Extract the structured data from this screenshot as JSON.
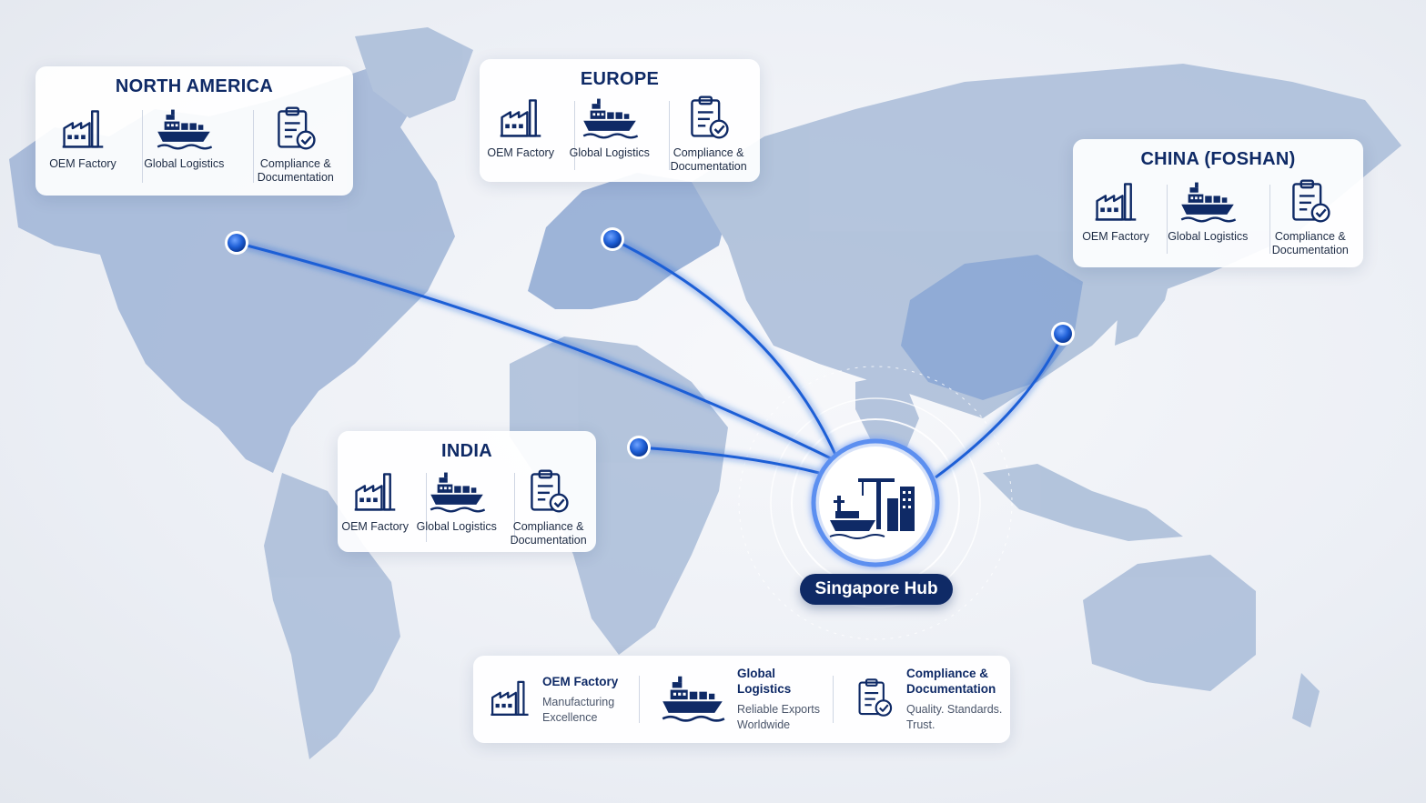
{
  "colors": {
    "navy": "#0f2a66",
    "accent": "#1f5fd6",
    "land": "#a9bcd8",
    "land_highlight": "#7f9fd0"
  },
  "hub": {
    "label": "Singapore Hub",
    "icon": "port-city-icon"
  },
  "regions": [
    {
      "id": "north-america",
      "title": "NORTH AMERICA",
      "items": [
        {
          "label": "OEM Factory",
          "icon": "factory-icon"
        },
        {
          "label": "Global Logistics",
          "icon": "cargo-ship-icon"
        },
        {
          "label": "Compliance & Documentation",
          "icon": "clipboard-check-icon"
        }
      ]
    },
    {
      "id": "europe",
      "title": "EUROPE",
      "items": [
        {
          "label": "OEM Factory",
          "icon": "factory-icon"
        },
        {
          "label": "Global Logistics",
          "icon": "cargo-ship-icon"
        },
        {
          "label": "Compliance & Documentation",
          "icon": "clipboard-check-icon"
        }
      ]
    },
    {
      "id": "china",
      "title": "CHINA (FOSHAN)",
      "items": [
        {
          "label": "OEM Factory",
          "icon": "factory-icon"
        },
        {
          "label": "Global Logistics",
          "icon": "cargo-ship-icon"
        },
        {
          "label": "Compliance & Documentation",
          "icon": "clipboard-check-icon"
        }
      ]
    },
    {
      "id": "india",
      "title": "INDIA",
      "items": [
        {
          "label": "OEM Factory",
          "icon": "factory-icon"
        },
        {
          "label": "Global Logistics",
          "icon": "cargo-ship-icon"
        },
        {
          "label": "Compliance & Documentation",
          "icon": "clipboard-check-icon"
        }
      ]
    }
  ],
  "legend": [
    {
      "title": "OEM Factory",
      "subtitle": "Manufacturing Excellence",
      "icon": "factory-icon"
    },
    {
      "title": "Global Logistics",
      "subtitle": "Reliable Exports Worldwide",
      "icon": "cargo-ship-icon"
    },
    {
      "title": "Compliance & Documentation",
      "subtitle": "Quality. Standards. Trust.",
      "icon": "clipboard-check-icon"
    }
  ]
}
